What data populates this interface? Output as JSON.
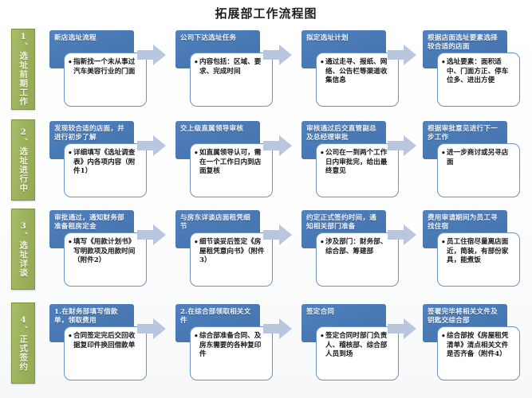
{
  "title": "拓展部工作流程图",
  "theme": {
    "header_blue": "#4A7AB5",
    "card_border_blue": "#6A93C4",
    "stage_green": "#9CB25C",
    "arrow_blue": "#B8C6DE",
    "background": "#FFFFFF"
  },
  "arrow_icon": "right-arrow-icon",
  "bullet_glyph": "•",
  "rows": [
    {
      "stage": "1、选址前期工作",
      "nodes": [
        {
          "head": "新店选址流程",
          "body": "指新找一个未从事过汽车美容行业的门面"
        },
        {
          "head": "公司下达选址任务",
          "body": "内容包括：区域、要求、完成时间"
        },
        {
          "head": "拟定选址计划",
          "body": "通过走寻、报纸、网络、公告栏等渠道收集信息"
        },
        {
          "head": "根据店面选址要素选择较合适的店面",
          "body": "选址要素：面积适中、门面方正、停车位多、进出方便"
        }
      ]
    },
    {
      "stage": "2、选址进行中",
      "nodes": [
        {
          "head": "发现较合适的店面，并进行初步了解",
          "body": "详细填写《选址调查表》内各项内容（附件1）"
        },
        {
          "head": "交上级直属领导审核",
          "body": "如直属领导认可，需在一个工作日内到店面复核"
        },
        {
          "head": "审核通过后交直管副总及总经理审批",
          "body": "公司在一到两个工作日内审批完，给出最终意见"
        },
        {
          "head": "根据审批意见进行下一步工作",
          "body": "进一步商讨或另寻店面"
        }
      ]
    },
    {
      "stage": "3、选址详谈",
      "nodes": [
        {
          "head": "审批通过，通知财务部准备租房定金",
          "body": "填写《用款计划书》写明款项及用款时间（附件2）"
        },
        {
          "head": "与房东详谈店面租凭细节",
          "body": "细节谈妥后签定《房屋租凭意向书》（附件3）"
        },
        {
          "head": "约定正式签约时间，通知相关部门准备",
          "body": "涉及部门：财务部、综合部、筹建部"
        },
        {
          "head": "费用审请期间为员工寻找住宿",
          "body": "员工住宿尽量离店面近，简装，有部份家具，能煮饭"
        }
      ]
    },
    {
      "stage": "4、正式签约",
      "nodes": [
        {
          "head": "1.在财务部填写借款单，领取费用",
          "body": "合同签定完后交回收据复印件换回借款单"
        },
        {
          "head": "2.在综合部领取相关文件",
          "body": "综合部准备合同、及房东需要的各种复印件"
        },
        {
          "head": "签定合同",
          "body": "签定合同时部门负责人、稽核部、综合部人员到场"
        },
        {
          "head": "签署完毕将相关文件及钥匙交综合部",
          "body": "综合部按《房屋租凭清单》清点相关文件是否齐备（附件4）"
        }
      ]
    }
  ]
}
